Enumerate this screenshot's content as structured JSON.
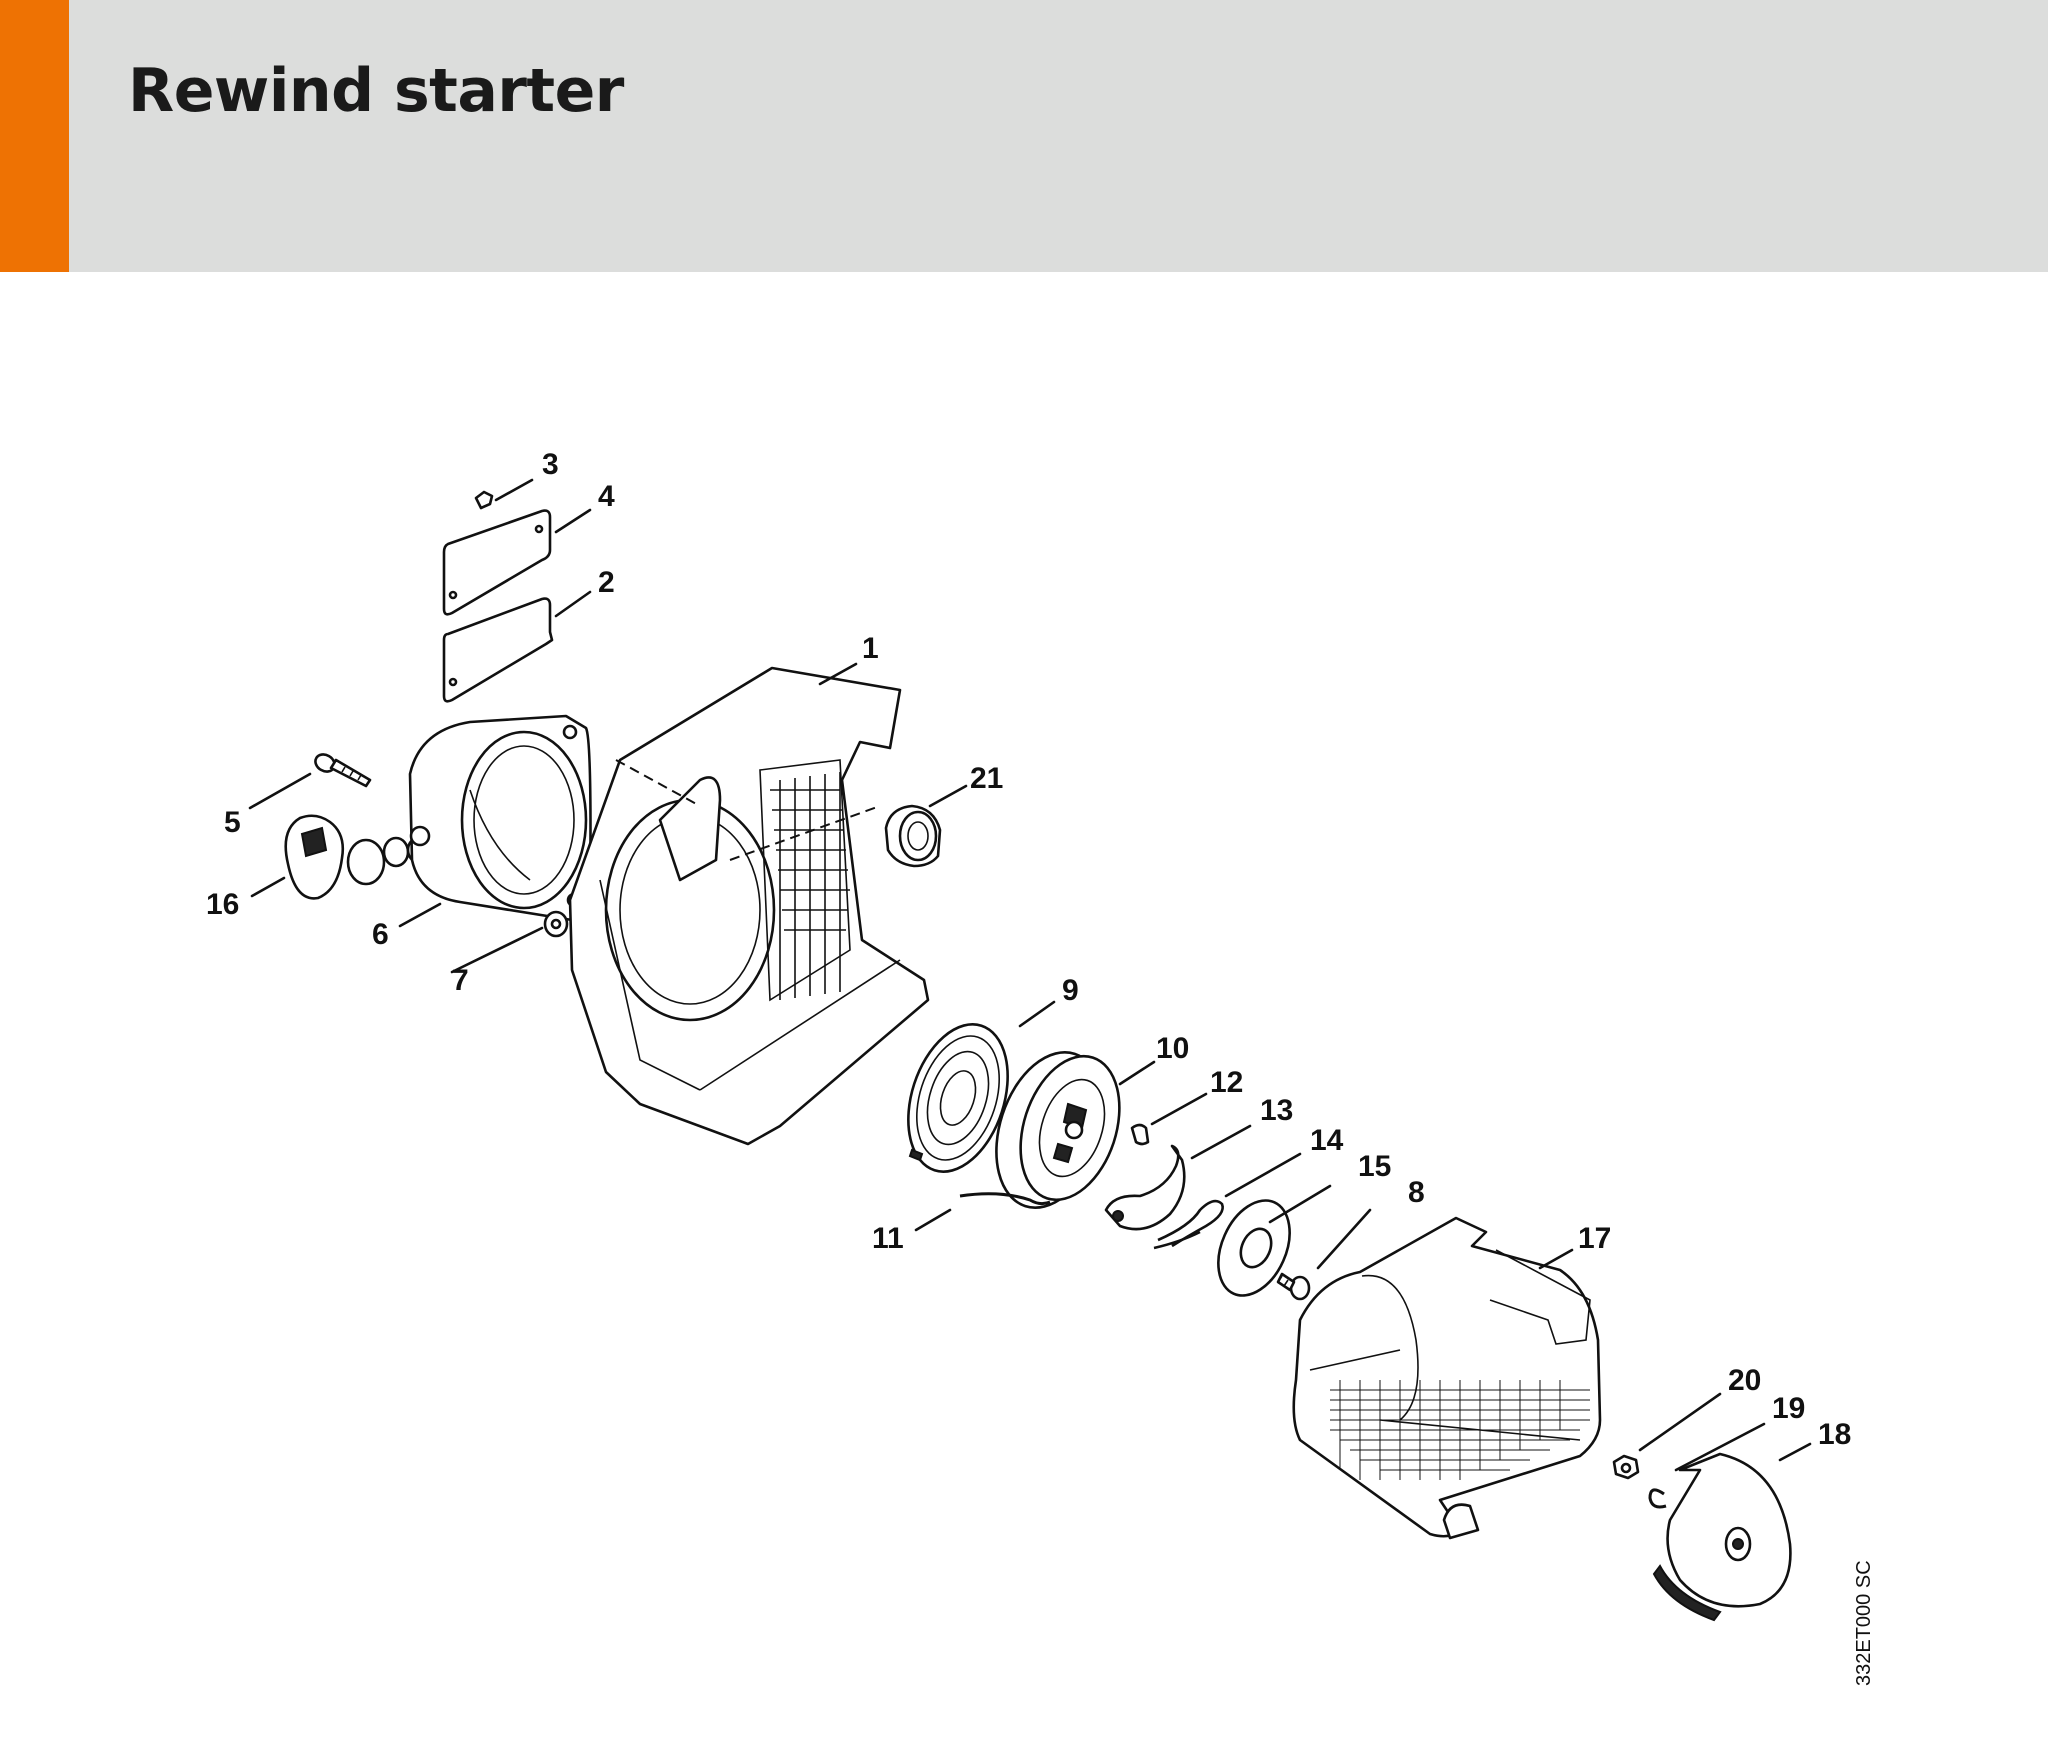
{
  "header": {
    "title": "Rewind starter"
  },
  "diagram": {
    "image_code": "332ET000 SC",
    "callouts": [
      {
        "id": "1",
        "label": "1"
      },
      {
        "id": "2",
        "label": "2"
      },
      {
        "id": "3",
        "label": "3"
      },
      {
        "id": "4",
        "label": "4"
      },
      {
        "id": "5",
        "label": "5"
      },
      {
        "id": "6",
        "label": "6"
      },
      {
        "id": "7",
        "label": "7"
      },
      {
        "id": "8",
        "label": "8"
      },
      {
        "id": "9",
        "label": "9"
      },
      {
        "id": "10",
        "label": "10"
      },
      {
        "id": "11",
        "label": "11"
      },
      {
        "id": "12",
        "label": "12"
      },
      {
        "id": "13",
        "label": "13"
      },
      {
        "id": "14",
        "label": "14"
      },
      {
        "id": "15",
        "label": "15"
      },
      {
        "id": "16",
        "label": "16"
      },
      {
        "id": "17",
        "label": "17"
      },
      {
        "id": "18",
        "label": "18"
      },
      {
        "id": "19",
        "label": "19"
      },
      {
        "id": "20",
        "label": "20"
      },
      {
        "id": "21",
        "label": "21"
      }
    ]
  },
  "colors": {
    "accent": "#ee7203",
    "header_bg": "#dcdddc",
    "ink": "#111111"
  }
}
